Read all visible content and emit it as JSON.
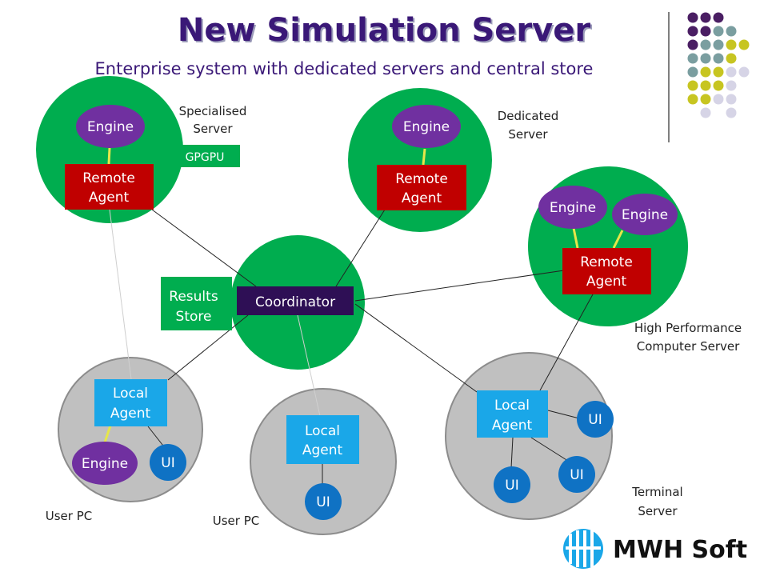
{
  "title": "New Simulation Server",
  "subtitle": "Enterprise system with dedicated servers and central store",
  "specialised_server": {
    "label_line1": "Specialised",
    "label_line2": "Server",
    "engine": "Engine",
    "gpgpu": "GPGPU",
    "agent_line1": "Remote",
    "agent_line2": "Agent"
  },
  "dedicated_server": {
    "label_line1": "Dedicated",
    "label_line2": "Server",
    "engine": "Engine",
    "agent_line1": "Remote",
    "agent_line2": "Agent"
  },
  "hpc_server": {
    "label_line1": "High Performance",
    "label_line2": "Computer Server",
    "engine_1": "Engine",
    "engine_2": "Engine",
    "agent_line1": "Remote",
    "agent_line2": "Agent"
  },
  "central": {
    "coordinator": "Coordinator",
    "store_line1": "Results",
    "store_line2": "Store"
  },
  "user_pc_1": {
    "label": "User PC",
    "agent_line1": "Local",
    "agent_line2": "Agent",
    "engine": "Engine",
    "ui": "UI"
  },
  "user_pc_2": {
    "label": "User PC",
    "agent_line1": "Local",
    "agent_line2": "Agent",
    "ui": "UI"
  },
  "terminal_server": {
    "label_line1": "Terminal",
    "label_line2": "Server",
    "agent_line1": "Local",
    "agent_line2": "Agent",
    "ui_1": "UI",
    "ui_2": "UI",
    "ui_3": "UI"
  },
  "logo": {
    "text": "MWH Soft"
  },
  "colors": {
    "server_green": "#00ad4f",
    "engine_purple": "#7030a0",
    "agent_red": "#c00000",
    "coordinator_navy": "#2e0f55",
    "local_agent_cyan": "#1aa7e8",
    "ui_blue": "#0f72c4",
    "pc_gray": "#c0c0c0",
    "title_purple": "#3a1877"
  }
}
